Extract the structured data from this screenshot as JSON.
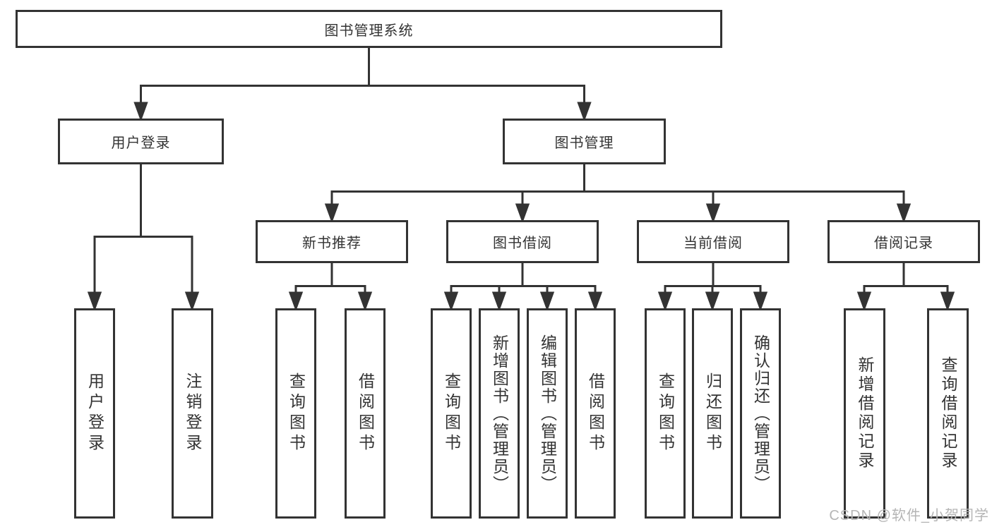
{
  "diagram": {
    "title": "图书管理系统",
    "tree": {
      "label": "图书管理系统",
      "children": [
        {
          "label": "用户登录",
          "children": [
            {
              "label": "用户登录"
            },
            {
              "label": "注销登录"
            }
          ]
        },
        {
          "label": "图书管理",
          "children": [
            {
              "label": "新书推荐",
              "children": [
                {
                  "label": "查询图书"
                },
                {
                  "label": "借阅图书"
                }
              ]
            },
            {
              "label": "图书借阅",
              "children": [
                {
                  "label": "查询图书"
                },
                {
                  "label": "新增图书（管理员）"
                },
                {
                  "label": "编辑图书（管理员）"
                },
                {
                  "label": "借阅图书"
                }
              ]
            },
            {
              "label": "当前借阅",
              "children": [
                {
                  "label": "查询图书"
                },
                {
                  "label": "归还图书"
                },
                {
                  "label": "确认归还（管理员）"
                }
              ]
            },
            {
              "label": "借阅记录",
              "children": [
                {
                  "label": "新增借阅记录"
                },
                {
                  "label": "查询借阅记录"
                }
              ]
            }
          ]
        }
      ]
    }
  },
  "watermark": "CSDN @软件_小贺同学",
  "colors": {
    "line": "#333333",
    "text": "#333333",
    "background": "#ffffff",
    "watermark": "#b5b5b5"
  }
}
